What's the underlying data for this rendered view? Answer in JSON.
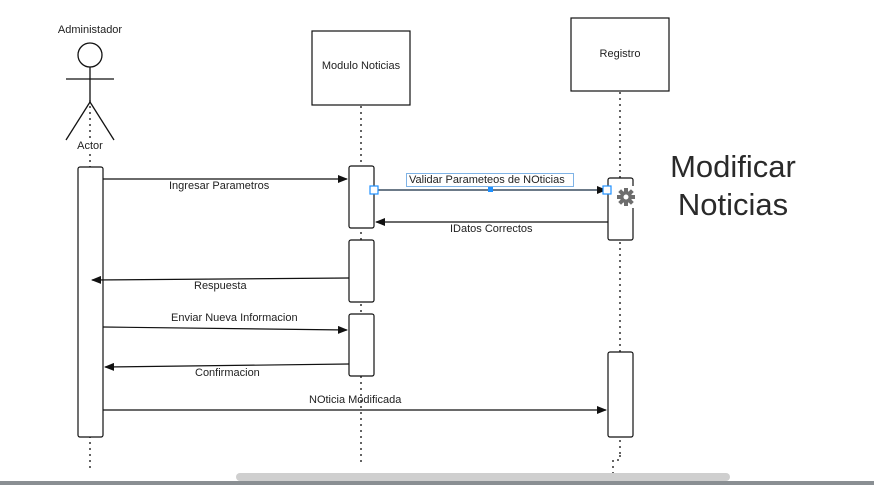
{
  "actor": {
    "name": "Administador",
    "type_label": "Actor"
  },
  "participants": {
    "modulo": "Modulo Noticias",
    "registro": "Registro"
  },
  "messages": {
    "m1": "Ingresar Parametros",
    "m2": "Validar Parameteos de   NOticias",
    "m3": "IDatos Correctos",
    "m4": "Respuesta",
    "m5": "Enviar  Nueva Informacion",
    "m6": "Confirmacion",
    "m7": "NOticia Modificada"
  },
  "title": "Modificar Noticias",
  "icons": {
    "gear": "gear-icon"
  },
  "colors": {
    "selection": "#1e90ff",
    "line": "#111111"
  }
}
